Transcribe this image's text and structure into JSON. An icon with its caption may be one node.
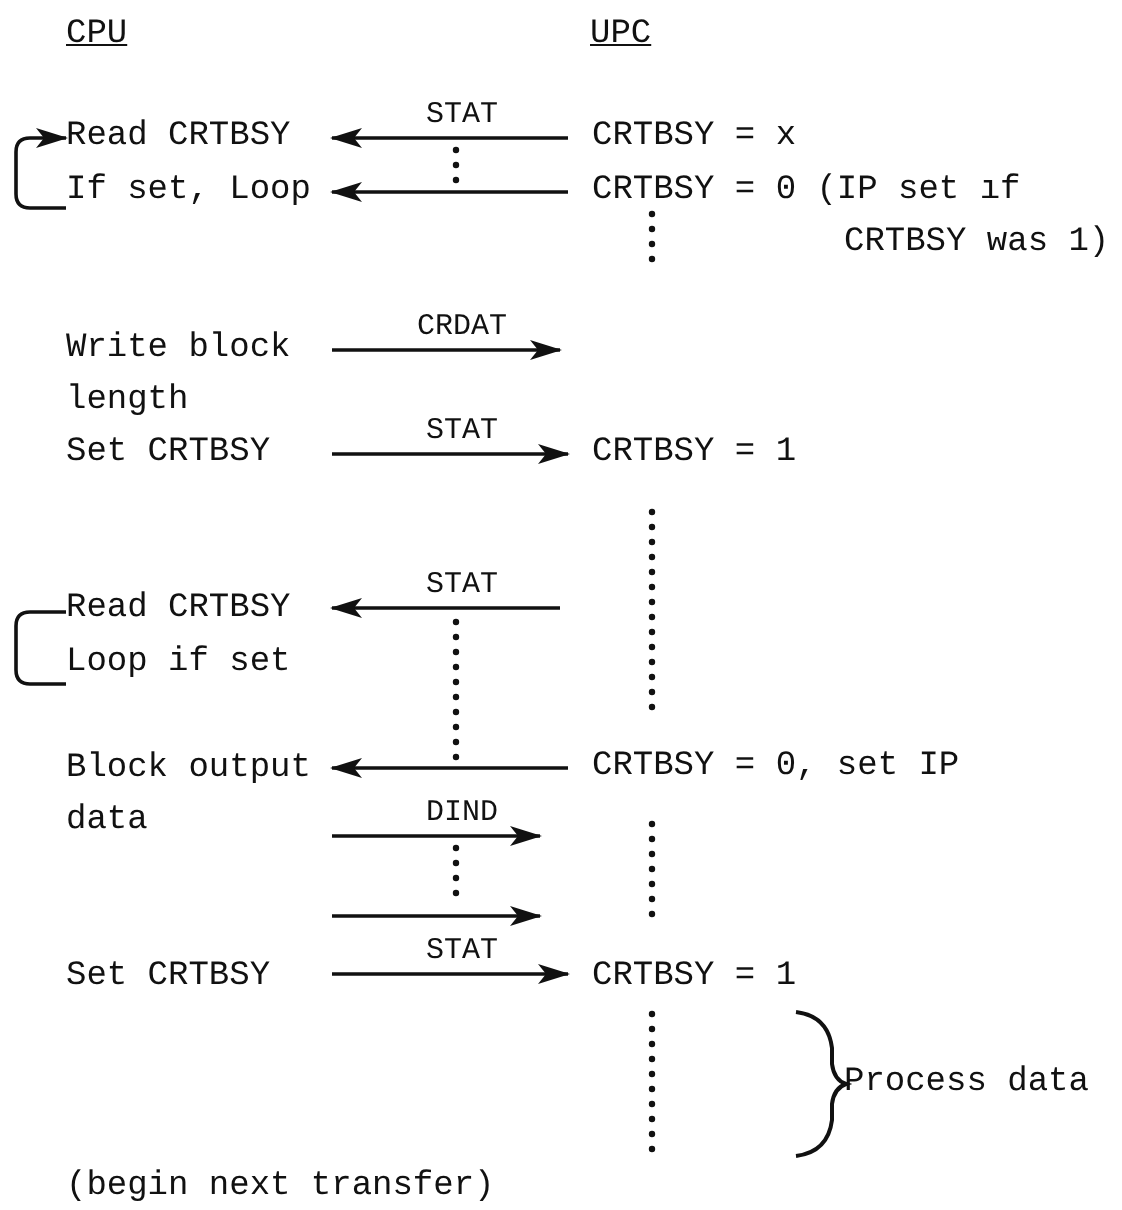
{
  "diagram": {
    "nodes": [
      {
        "text": [
          "Read CRTBSY"
        ]
      },
      {
        "text": [
          "If set, Loop"
        ]
      },
      {
        "text": [
          "CRTBSY = x"
        ]
      },
      {
        "text": [
          "CRTBSY = 0 (IP set ıf CRTBSY was 1)"
        ]
      },
      {
        "text": [
          "Write block length"
        ]
      },
      {
        "text": [
          "Set CRTBSY"
        ]
      },
      {
        "text": [
          "CRTBSY = 1"
        ]
      },
      {
        "text": [
          "Read CRTBSY"
        ]
      },
      {
        "text": [
          "Loop if set"
        ]
      },
      {
        "text": [
          "Block output data"
        ]
      },
      {
        "text": [
          "CRTBSY = 0, set IP"
        ]
      },
      {
        "text": [
          "Set CRTBSY"
        ]
      },
      {
        "text": [
          "CRTBSY = 1"
        ]
      },
      {
        "text": [
          "Process data"
        ]
      }
    ],
    "edges": [
      {
        "from": 2,
        "to": 0,
        "arrow": "to",
        "label": "STAT"
      },
      {
        "from": 3,
        "to": 1,
        "arrow": "to"
      },
      {
        "from": 1,
        "to": 0,
        "arrow": "to"
      },
      {
        "from": 4,
        "to": null,
        "arrow": "to",
        "label": "CRDAT"
      },
      {
        "from": 5,
        "to": 6,
        "arrow": "to",
        "label": "STAT"
      },
      {
        "from": null,
        "to": 7,
        "arrow": "to",
        "label": "STAT"
      },
      {
        "from": 8,
        "to": 7,
        "arrow": "none"
      },
      {
        "from": 10,
        "to": 9,
        "arrow": "to"
      },
      {
        "from": 9,
        "to": null,
        "arrow": "to",
        "label": "DIND"
      },
      {
        "from": 11,
        "to": 12,
        "arrow": "to",
        "label": "STAT"
      }
    ],
    "labels": [
      "CPU",
      "UPC",
      "(begin next transfer)"
    ]
  }
}
